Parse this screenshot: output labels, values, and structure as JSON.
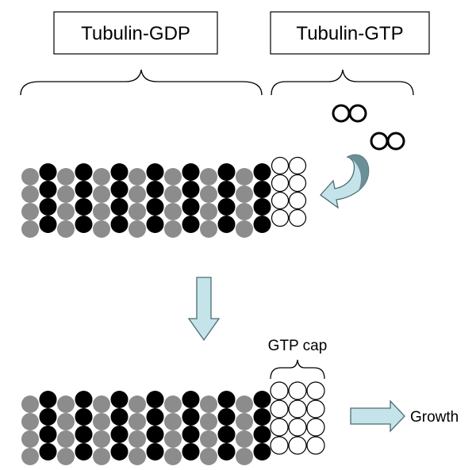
{
  "labels": {
    "gdp": "Tubulin-GDP",
    "gtp": "Tubulin-GTP",
    "cap": "GTP cap",
    "growth": "Growth"
  },
  "colors": {
    "black_dimer": "#000000",
    "gray_dimer": "#8c8c8c",
    "gtp_dimer": "#ffffff",
    "arrow_fill": "#c5e4ea",
    "arrow_stroke": "#4a6b73",
    "curved_arrow_dark": "#6b8f96"
  }
}
